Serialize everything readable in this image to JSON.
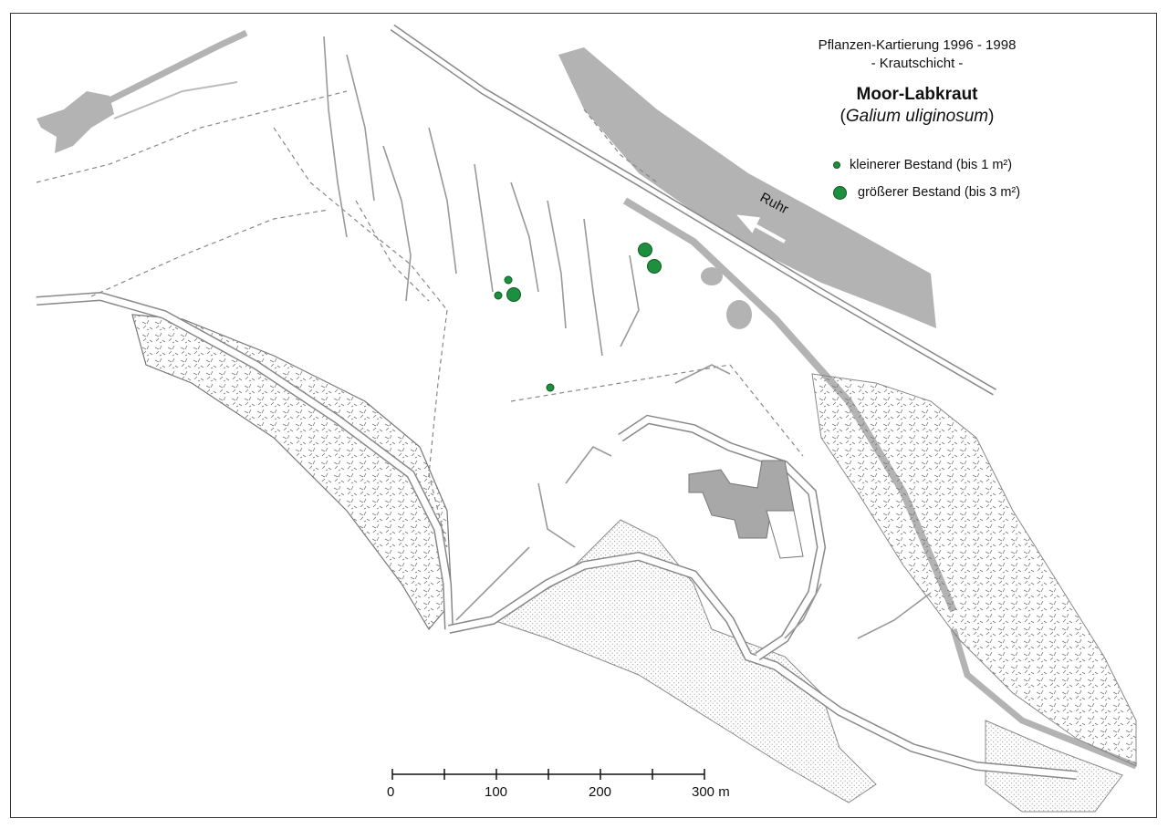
{
  "header": {
    "line1": "Pflanzen-Kartierung 1996 - 1998",
    "line2": "- Krautschicht -"
  },
  "species": {
    "common_name": "Moor-Labkraut",
    "paren_open": "(",
    "latin_name": "Galium uliginosum",
    "paren_close": ")"
  },
  "legend": {
    "small": "kleinerer Bestand (bis 1 m²)",
    "large": "größerer Bestand (bis 3 m²)",
    "color": "#1e8f3e"
  },
  "labels": {
    "river": "Ruhr"
  },
  "scale": {
    "ticks": [
      "0",
      "100",
      "200",
      "300 m"
    ]
  },
  "colors": {
    "water": "#b3b3b3",
    "building": "#a8a8a8",
    "path_line": "#888888",
    "marker": "#1e8f3e"
  }
}
